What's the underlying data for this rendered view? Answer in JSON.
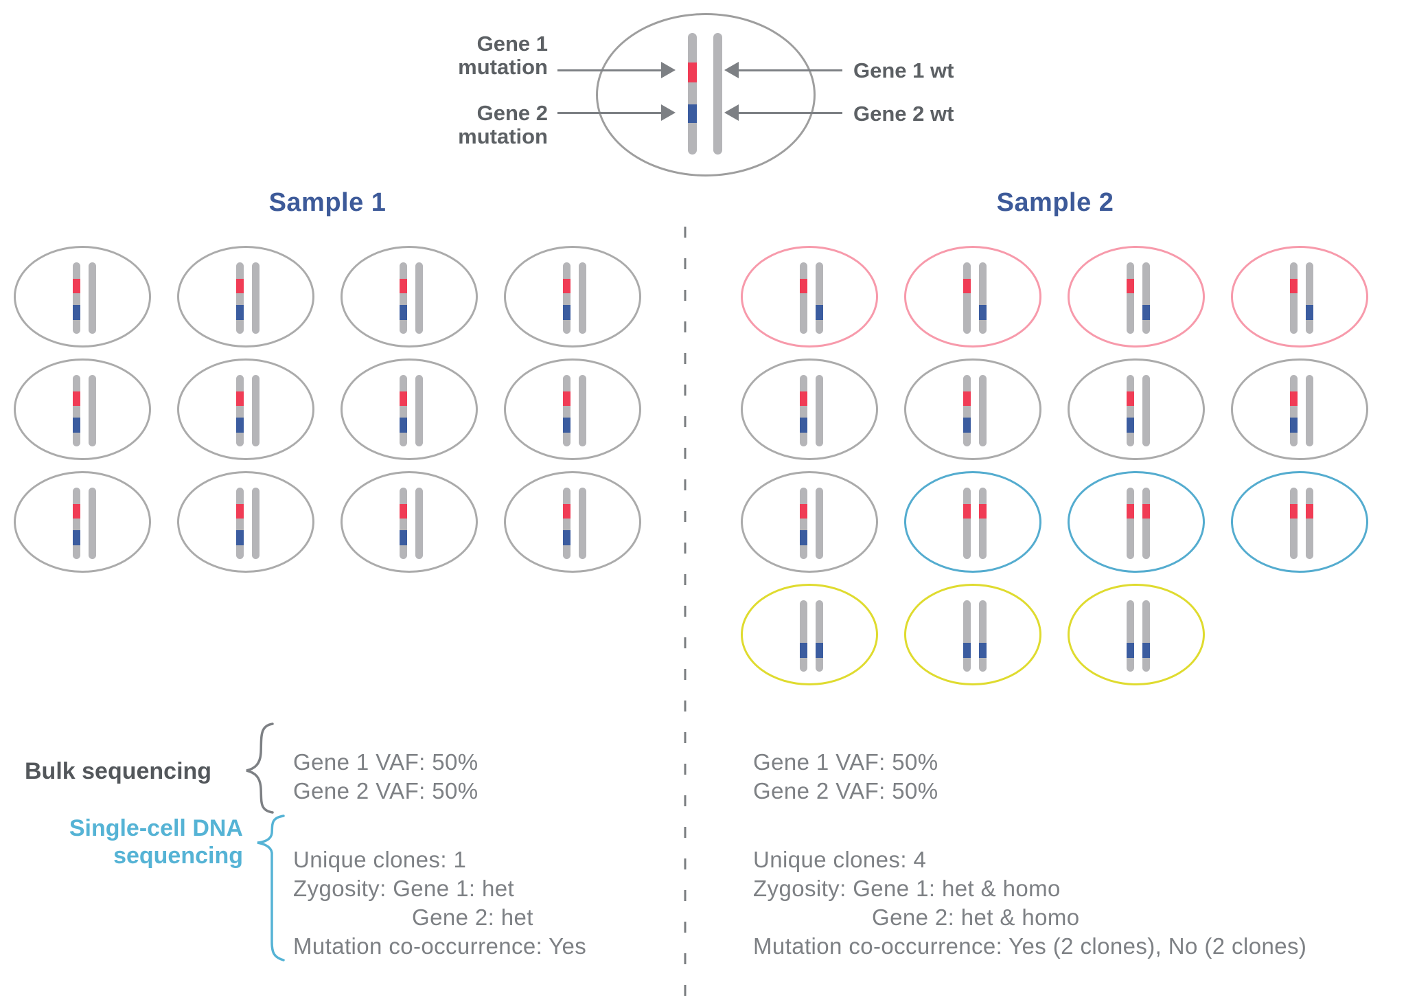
{
  "top_diagram": {
    "gene1_mutation": {
      "line1": "Gene 1",
      "line2": "mutation"
    },
    "gene2_mutation": {
      "line1": "Gene 2",
      "line2": "mutation"
    },
    "gene1_wt": "Gene 1 wt",
    "gene2_wt": "Gene 2 wt"
  },
  "samples": [
    {
      "title": "Sample 1"
    },
    {
      "title": "Sample 2"
    }
  ],
  "legend": {
    "bulk": "Bulk sequencing",
    "single_cell": {
      "line1": "Single-cell DNA",
      "line2": "sequencing"
    }
  },
  "results": {
    "sample1": {
      "vaf_gene1": "Gene 1 VAF: 50%",
      "vaf_gene2": "Gene 2 VAF: 50%",
      "unique_clones": "Unique clones: 1",
      "zygosity_line1": "Zygosity: Gene 1: het",
      "zygosity_line2": "Gene 2: het",
      "co_occurrence": "Mutation co-occurrence: Yes"
    },
    "sample2": {
      "vaf_gene1": "Gene 1 VAF: 50%",
      "vaf_gene2": "Gene 2 VAF: 50%",
      "unique_clones": "Unique clones: 4",
      "zygosity_line1": "Zygosity: Gene 1: het & homo",
      "zygosity_line2": "Gene 2: het & homo",
      "co_occurrence": "Mutation co-occurrence: Yes (2 clones), No (2 clones)"
    }
  },
  "colors": {
    "gene1_mutation_band": "#f03c55",
    "gene2_mutation_band": "#3b5c9f",
    "chromosome": "#b5b5b8",
    "cell_outline_gray": "#ababab",
    "clone_pink": "#f79aab",
    "clone_blue": "#54accf",
    "clone_yellow": "#dfdb2f",
    "heading_navy": "#3d5a99",
    "label_dark_gray": "#5c6064",
    "info_text_gray": "#7d8084",
    "single_cell_accent": "#55b3d5",
    "arrow_gray": "#7d8084",
    "brace_gray": "#7d8084",
    "divider_gray": "#7a7d80"
  },
  "clone_types": {
    "het_cis": {
      "outline": "gray",
      "left": [
        "gene1",
        "gene2"
      ],
      "right": []
    },
    "het_trans": {
      "outline": "pink",
      "left": [
        "gene1"
      ],
      "right": [
        "gene2"
      ]
    },
    "homo_gene1": {
      "outline": "blue",
      "left": [
        "gene1"
      ],
      "right": [
        "gene1"
      ]
    },
    "homo_gene2": {
      "outline": "yellow",
      "left": [
        "gene2"
      ],
      "right": [
        "gene2"
      ]
    }
  },
  "grids": {
    "sample1": [
      [
        "het_cis",
        "het_cis",
        "het_cis",
        "het_cis"
      ],
      [
        "het_cis",
        "het_cis",
        "het_cis",
        "het_cis"
      ],
      [
        "het_cis",
        "het_cis",
        "het_cis",
        "het_cis"
      ]
    ],
    "sample2": [
      [
        "het_trans",
        "het_trans",
        "het_trans",
        "het_trans"
      ],
      [
        "het_cis",
        "het_cis",
        "het_cis",
        "het_cis"
      ],
      [
        "het_cis",
        "homo_gene1",
        "homo_gene1",
        "homo_gene1"
      ],
      [
        "homo_gene2",
        "homo_gene2",
        "homo_gene2"
      ]
    ]
  }
}
